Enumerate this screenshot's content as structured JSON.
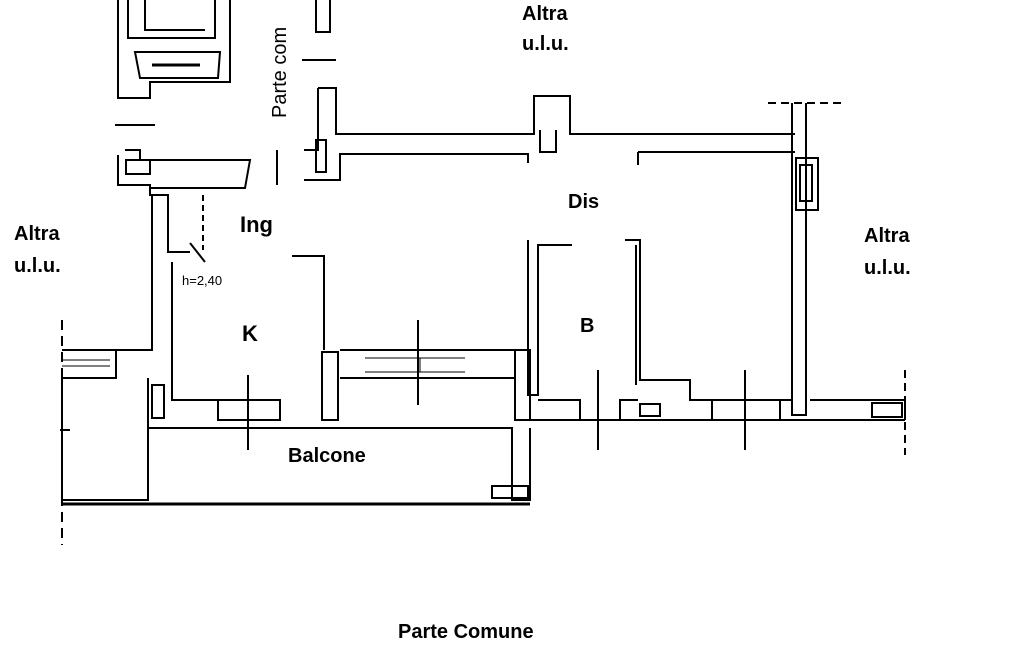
{
  "labels": {
    "altra_top_1": "Altra",
    "altra_top_2": "u.l.u.",
    "parte_com": "Parte com",
    "altra_left_1": "Altra",
    "altra_left_2": "u.l.u.",
    "altra_right_1": "Altra",
    "altra_right_2": "u.l.u.",
    "ing": "Ing",
    "dis": "Dis",
    "height": "h=2,40",
    "k": "K",
    "b": "B",
    "balcone": "Balcone",
    "parte_comune": "Parte Comune"
  },
  "colors": {
    "line": "#000000",
    "background": "#ffffff"
  }
}
